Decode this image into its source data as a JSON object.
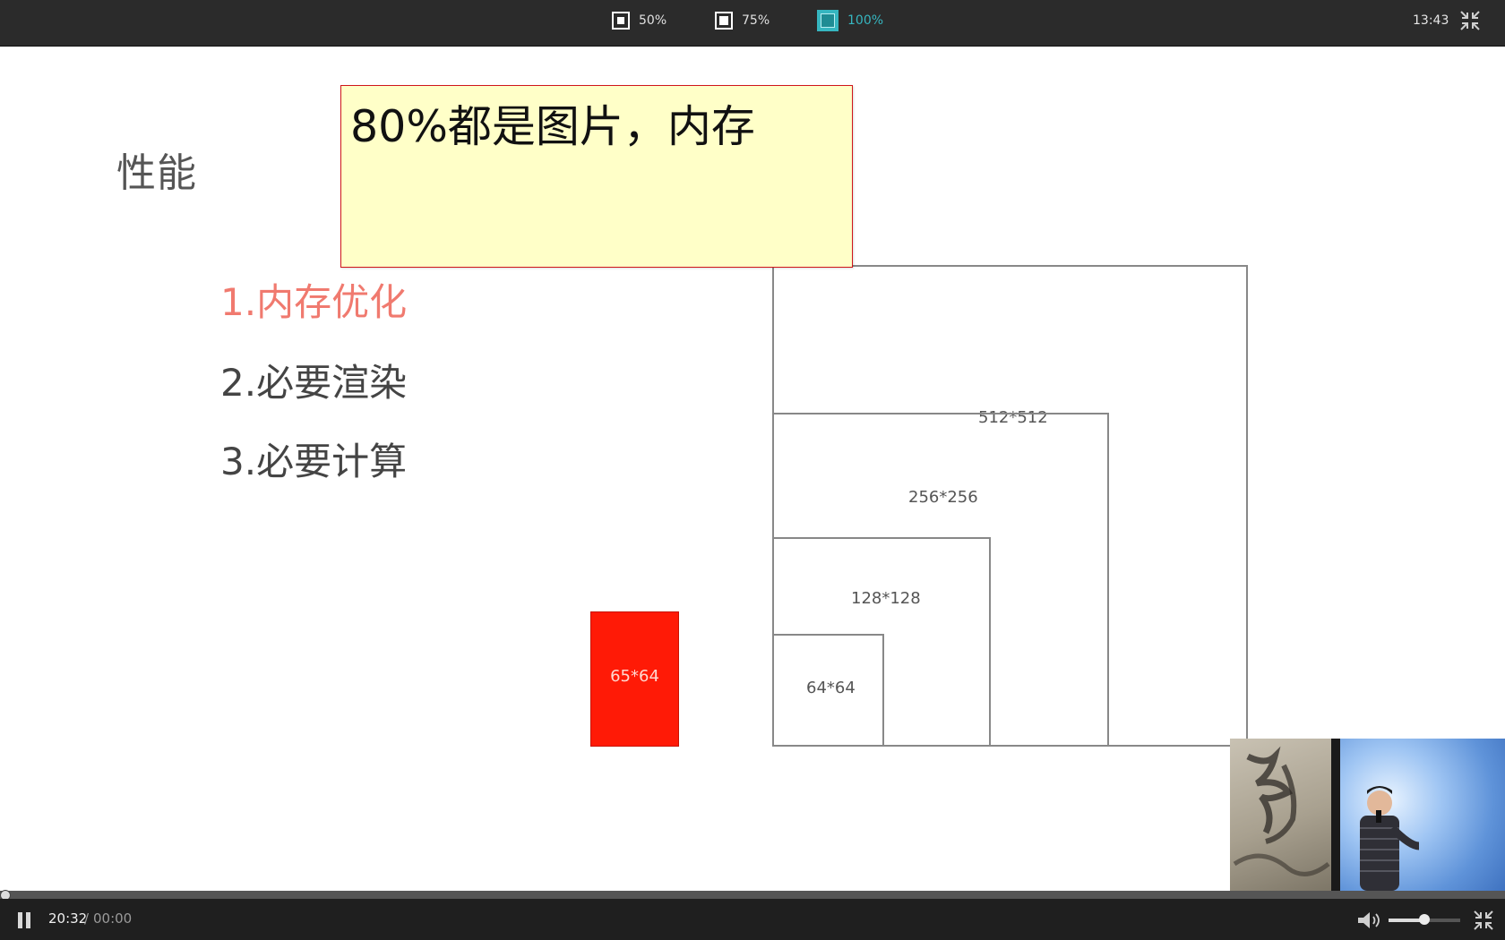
{
  "top_bar": {
    "zoom_options": [
      {
        "label": "50%",
        "icon": "zoom-50-icon",
        "active": false
      },
      {
        "label": "75%",
        "icon": "zoom-75-icon",
        "active": false
      },
      {
        "label": "100%",
        "icon": "zoom-100-icon",
        "active": true
      }
    ],
    "clock": "13:43",
    "exit_icon": "exit-fullscreen-icon",
    "active_color": "#36b6c0"
  },
  "slide": {
    "title": "性能",
    "list": [
      {
        "text": "1.内存优化",
        "highlight": true
      },
      {
        "text": "2.必要渲染",
        "highlight": false
      },
      {
        "text": "3.必要计算",
        "highlight": false
      }
    ],
    "note": {
      "text": "80%都是图片，内存"
    },
    "texture_boxes": [
      {
        "label": "512*512"
      },
      {
        "label": "256*256"
      },
      {
        "label": "128*128"
      },
      {
        "label": "64*64"
      }
    ],
    "red_box": {
      "label": "65*64",
      "color": "#ff1a06"
    },
    "highlight_color": "#f07a6f"
  },
  "controls": {
    "pause_icon": "pause-icon",
    "current_time": "20:32",
    "separator": "/",
    "total_time": "00:00",
    "volume_icon": "volume-icon",
    "volume_level": 0.5,
    "progress": 0.0,
    "exit_icon": "exit-fullscreen-icon"
  }
}
